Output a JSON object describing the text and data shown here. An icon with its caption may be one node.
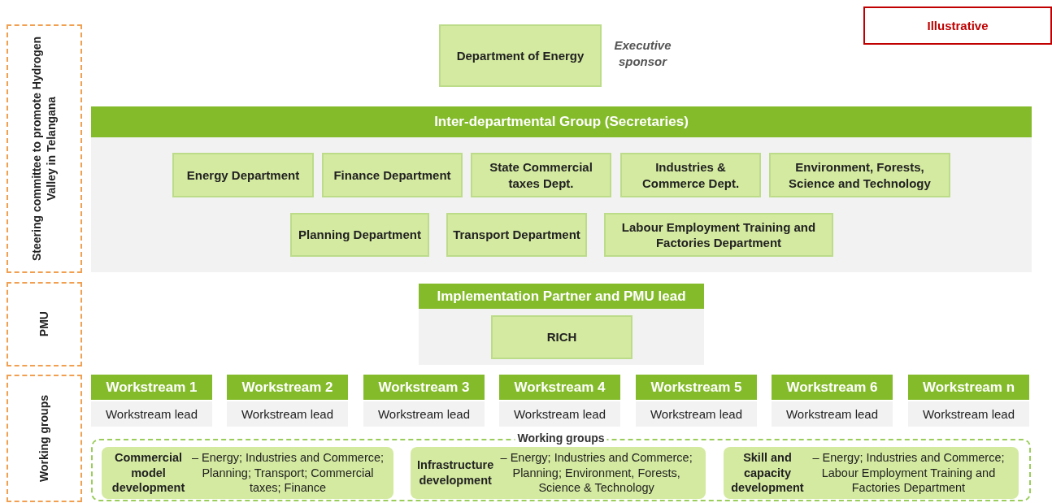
{
  "diagram": {
    "nodes": [
      {
        "text": [
          "Steering committee to promote Hydrogen Valley in Telangana"
        ]
      },
      {
        "text": [
          "PMU"
        ]
      },
      {
        "text": [
          "Working groups"
        ]
      },
      {
        "text": [
          "Illustrative"
        ]
      },
      {
        "text": [
          "Department of Energy"
        ],
        "beside": [
          "Executive sponsor"
        ]
      },
      {
        "text": [
          "Inter-departmental Group (Secretaries)"
        ]
      },
      {
        "text": [
          "Energy Department"
        ],
        "in": 5
      },
      {
        "text": [
          "Finance Department"
        ],
        "in": 5
      },
      {
        "text": [
          "State Commercial taxes Dept."
        ],
        "in": 5
      },
      {
        "text": [
          "Industries & Commerce Dept."
        ],
        "in": 5
      },
      {
        "text": [
          "Environment, Forests, Science and Technology"
        ],
        "in": 5
      },
      {
        "text": [
          "Planning Department"
        ],
        "in": 5
      },
      {
        "text": [
          "Transport Department"
        ],
        "in": 5
      },
      {
        "text": [
          "Labour Employment Training and Factories Department"
        ],
        "in": 5
      },
      {
        "text": [
          "Implementation Partner and PMU lead"
        ]
      },
      {
        "text": [
          "RICH"
        ],
        "in": 14
      },
      {
        "text": [
          "Workstream 1",
          "Workstream lead"
        ]
      },
      {
        "text": [
          "Workstream 2",
          "Workstream lead"
        ]
      },
      {
        "text": [
          "Workstream 3",
          "Workstream lead"
        ]
      },
      {
        "text": [
          "Workstream 4",
          "Workstream lead"
        ]
      },
      {
        "text": [
          "Workstream 5",
          "Workstream lead"
        ]
      },
      {
        "text": [
          "Workstream 6",
          "Workstream lead"
        ]
      },
      {
        "text": [
          "Workstream n",
          "Workstream lead"
        ]
      },
      {
        "text": [
          "Working groups"
        ]
      },
      {
        "text": [
          "**Commercial model development** – Energy; Industries and Commerce; Planning; Transport; Commercial taxes; Finance"
        ],
        "in": 23
      },
      {
        "text": [
          "**Infrastructure development** – Energy; Industries and Commerce; Planning; Environment, Forests, Science & Technology"
        ],
        "in": 23
      },
      {
        "text": [
          "**Skill and capacity development** – Energy; Industries and Commerce; Labour Employment Training and Factories Department"
        ],
        "in": 23
      }
    ],
    "edges": []
  }
}
